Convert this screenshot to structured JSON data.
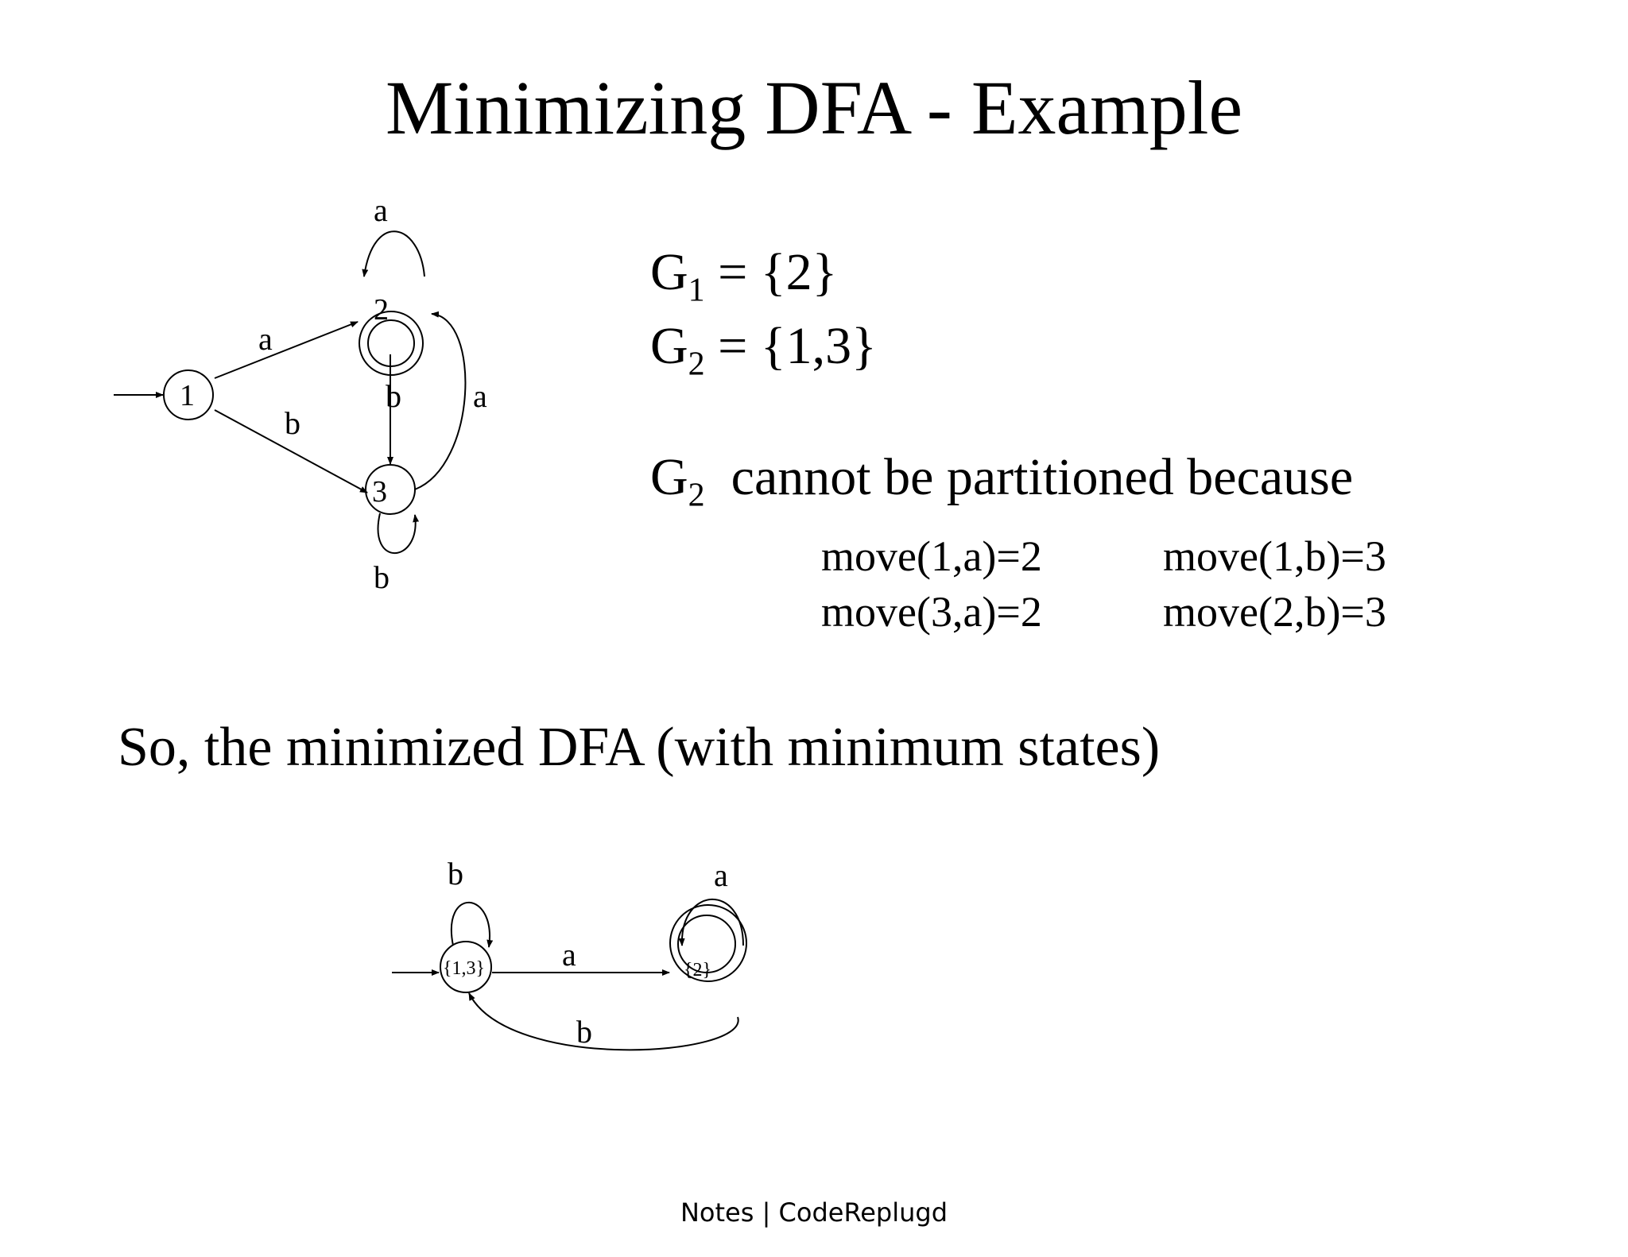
{
  "title": "Minimizing DFA - Example",
  "groups": [
    {
      "symbol": "G",
      "subscript": "1",
      "rhs": " = {2}"
    },
    {
      "symbol": "G",
      "subscript": "2",
      "rhs": " = {1,3}"
    }
  ],
  "statement": {
    "symbol": "G",
    "subscript": "2",
    "text": "cannot be partitioned because"
  },
  "moves": [
    [
      "move(1,a)=2",
      "move(1,b)=3"
    ],
    [
      "move(3,a)=2",
      "move(2,b)=3"
    ]
  ],
  "conclusion": "So, the minimized DFA (with minimum states)",
  "footer": "Notes | CodeReplugd",
  "original_dfa": {
    "states": [
      {
        "label": "1",
        "start": true,
        "accepting": false
      },
      {
        "label": "2",
        "start": false,
        "accepting": true
      },
      {
        "label": "3",
        "start": false,
        "accepting": false
      }
    ],
    "transitions": [
      {
        "from": "1",
        "symbol": "a",
        "to": "2"
      },
      {
        "from": "1",
        "symbol": "b",
        "to": "3"
      },
      {
        "from": "2",
        "symbol": "a",
        "to": "2"
      },
      {
        "from": "2",
        "symbol": "b",
        "to": "3"
      },
      {
        "from": "3",
        "symbol": "a",
        "to": "2"
      },
      {
        "from": "3",
        "symbol": "b",
        "to": "3"
      }
    ]
  },
  "minimized_dfa": {
    "states": [
      {
        "label": "{1,3}",
        "start": true,
        "accepting": false
      },
      {
        "label": "{2}",
        "start": false,
        "accepting": true
      }
    ],
    "transitions": [
      {
        "from": "{1,3}",
        "symbol": "b",
        "to": "{1,3}"
      },
      {
        "from": "{1,3}",
        "symbol": "a",
        "to": "{2}"
      },
      {
        "from": "{2}",
        "symbol": "a",
        "to": "{2}"
      },
      {
        "from": "{2}",
        "symbol": "b",
        "to": "{1,3}"
      }
    ]
  }
}
